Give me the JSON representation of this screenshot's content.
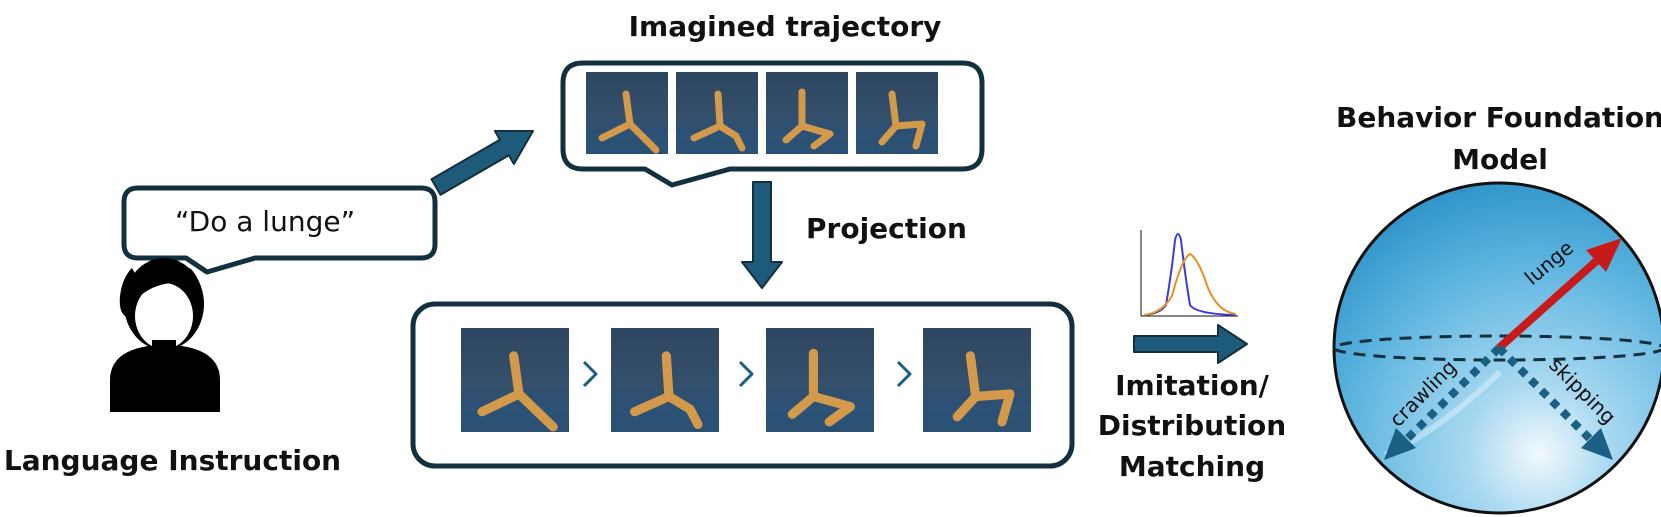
{
  "labels": {
    "imagined_trajectory": "Imagined trajectory",
    "projection": "Projection",
    "language_instruction": "Language Instruction",
    "instruction_quote": "“Do a lunge”",
    "matching_line1": "Imitation/",
    "matching_line2": "Distribution",
    "matching_line3": "Matching",
    "bfm_line1": "Behavior Foundation",
    "bfm_line2": "Model"
  },
  "directions": {
    "lunge": "lunge",
    "crawling": "crawling",
    "skipping": "skipping"
  },
  "colors": {
    "frame": "#13303e",
    "arrow_fill": "#1e5b7a",
    "frame_bg_top": "#2e4660",
    "frame_bg_bottom": "#2d5377",
    "robot": "#d39a4b",
    "sphere_light": "#e4f3fb",
    "sphere_dark": "#3ea3d4",
    "lunge_arrow": "#c71a1a",
    "dotted_arrows": "#1a5f84",
    "dist_blue": "#3a3ae0",
    "dist_orange": "#e8901e"
  },
  "icons": {
    "person": "person-icon",
    "chevron": "chevron-right-icon"
  }
}
